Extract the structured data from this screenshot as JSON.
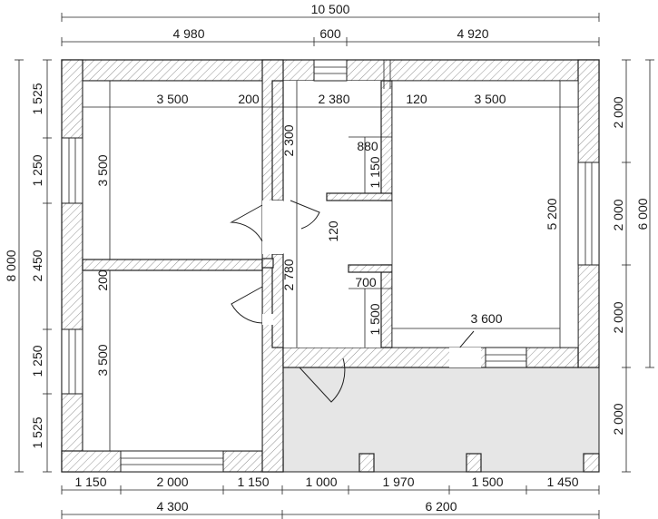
{
  "dimensions": {
    "top": {
      "total": "10 500",
      "left": "4 980",
      "middle": "600",
      "right": "4 920"
    },
    "bottom": {
      "segments": [
        "1 150",
        "2 000",
        "1 150",
        "1 000",
        "1 970",
        "1 500",
        "1 450"
      ],
      "left_total": "4 300",
      "right_total": "6 200"
    },
    "left": {
      "total": "8 000",
      "segments": [
        "1 525",
        "1 250",
        "2 450",
        "1 250",
        "1 525"
      ]
    },
    "right": {
      "segments": [
        "2 000",
        "2 000",
        "2 000",
        "2 000"
      ],
      "total": "6 000"
    },
    "interior": {
      "room1_width": "3 500",
      "room1_height": "3 500",
      "room2_height": "3 500",
      "partition_200_a": "200",
      "partition_200_b": "200",
      "corridor_width": "2 380",
      "wall_120_a": "120",
      "wall_120_b": "120",
      "room3_width": "3 500",
      "room3_height": "5 200",
      "corridor_height_top": "2 300",
      "corridor_height": "2 780",
      "closet_880": "880",
      "closet_1150": "1 150",
      "closet_700": "700",
      "closet_1500": "1 500",
      "room3_bottom": "3 600"
    }
  }
}
